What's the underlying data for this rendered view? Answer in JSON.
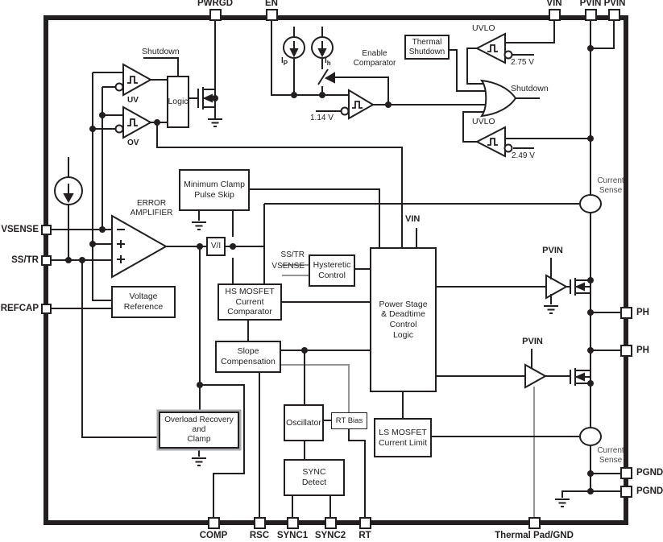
{
  "pins": {
    "top": [
      {
        "label": "PWRGD"
      },
      {
        "label": "EN"
      },
      {
        "label": "VIN"
      },
      {
        "label": "PVIN"
      },
      {
        "label": "PVIN"
      }
    ],
    "left": [
      {
        "label": "VSENSE"
      },
      {
        "label": "SS/TR"
      },
      {
        "label": "REFCAP"
      }
    ],
    "right": [
      {
        "label": "PH"
      },
      {
        "label": "PH"
      },
      {
        "label": "PGND"
      },
      {
        "label": "PGND"
      }
    ],
    "bottom": [
      {
        "label": "COMP"
      },
      {
        "label": "RSC"
      },
      {
        "label": "SYNC1"
      },
      {
        "label": "SYNC2"
      },
      {
        "label": "RT"
      },
      {
        "label": "Thermal Pad/GND"
      }
    ]
  },
  "blocks": {
    "thermal_shutdown": "Thermal\nShutdown",
    "logic": "Logic",
    "min_clamp": "Minimum Clamp\nPulse Skip",
    "vi": "V/I",
    "voltage_reference": "Voltage\nReference",
    "overload": "Overload Recovery\nand\nClamp",
    "hs_comp": "HS MOSFET\nCurrent\nComparator",
    "slope_comp": "Slope\nCompensation",
    "hysteretic": "Hysteretic\nControl",
    "power_stage": "Power Stage\n& Deadtime\nControl\nLogic",
    "oscillator": "Oscillator",
    "rt_bias": "RT Bias",
    "sync_detect": "SYNC\nDetect",
    "ls_limit": "LS MOSFET\nCurrent Limit"
  },
  "labels": {
    "shutdown_logic": "Shutdown",
    "uv": "UV",
    "ov": "OV",
    "enable_comparator": "Enable\nComparator",
    "en_ref": "1.14 V",
    "i_p": {
      "base": "I",
      "sub": "P"
    },
    "i_h": {
      "base": "I",
      "sub": "h"
    },
    "uvlo1": "UVLO",
    "uvlo2": "UVLO",
    "uvlo1_ref": "2.75 V",
    "uvlo2_ref": "2.49 V",
    "shutdown_or": "Shutdown",
    "error_amplifier": "ERROR\nAMPLIFIER",
    "vin_internal": "VIN",
    "hyst_in1": "SS/TR",
    "hyst_in2": "VSENSE",
    "pvin_drv1": "PVIN",
    "pvin_drv2": "PVIN",
    "current_sense_top": "Current\nSense",
    "current_sense_bottom": "Current\nSense"
  },
  "colors": {
    "line": "#231f20",
    "gray_line": "#939598",
    "background": "#ffffff"
  }
}
